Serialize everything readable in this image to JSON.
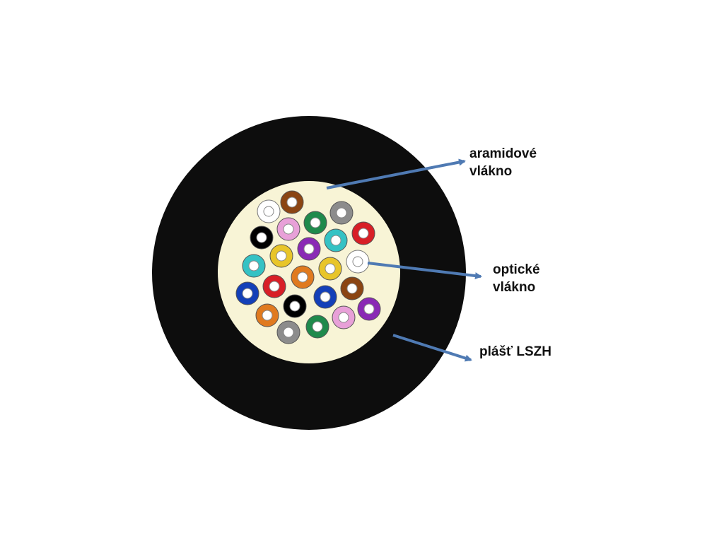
{
  "labels": {
    "aramid": {
      "line1": "aramidové",
      "line2": "vlákno"
    },
    "optic": {
      "line1": "optické",
      "line2": "vlákno"
    },
    "sheath": {
      "text": "plášť LSZH"
    }
  },
  "colors": {
    "sheath": "#0d0d0d",
    "aramid_core": "#f8f4d6",
    "arrow": "#4f7ab3",
    "fiber_center": "#ffffff"
  },
  "fibers": [
    {
      "color": "#ffffff"
    },
    {
      "color": "#8b4513"
    },
    {
      "color": "#1f8a4c"
    },
    {
      "color": "#8c8c8c"
    },
    {
      "color": "#000000"
    },
    {
      "color": "#e8a0d8"
    },
    {
      "color": "#35c2c4"
    },
    {
      "color": "#d81f26"
    },
    {
      "color": "#e8c52a"
    },
    {
      "color": "#8a2ab5"
    },
    {
      "color": "#ffffff"
    },
    {
      "color": "#35c2c4"
    },
    {
      "color": "#e07a1f"
    },
    {
      "color": "#e8c52a"
    },
    {
      "color": "#1440b8"
    },
    {
      "color": "#d81f26"
    },
    {
      "color": "#1440b8"
    },
    {
      "color": "#8b4513"
    },
    {
      "color": "#e07a1f"
    },
    {
      "color": "#000000"
    },
    {
      "color": "#8c8c8c"
    },
    {
      "color": "#1f8a4c"
    },
    {
      "color": "#e8a0d8"
    },
    {
      "color": "#8a2ab5"
    }
  ]
}
